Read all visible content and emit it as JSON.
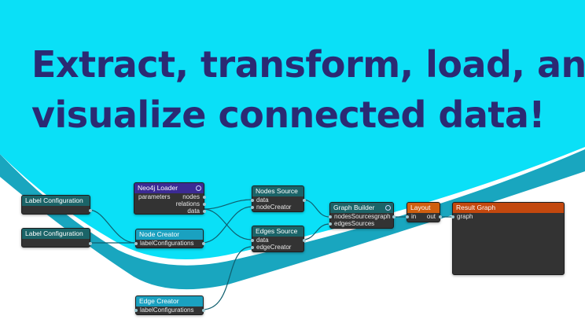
{
  "headline": {
    "line1": "Extract, transform, load, and",
    "line2": "visualize connected data!"
  },
  "colors": {
    "background_cyan": "#0ae0f7",
    "wave_teal": "#19a6bf",
    "headline": "#2b2a73",
    "edge": "#0f5e6e"
  },
  "nodes": {
    "label_config_1": {
      "title": "Label Configuration"
    },
    "label_config_2": {
      "title": "Label Configuration"
    },
    "neo4j_loader": {
      "title": "Neo4j Loader",
      "input": "parameters",
      "outputs": [
        "nodes",
        "relations",
        "data"
      ]
    },
    "node_creator": {
      "title": "Node Creator",
      "input": "labelConfigurations"
    },
    "edge_creator": {
      "title": "Edge Creator",
      "input": "labelConfigurations"
    },
    "nodes_source": {
      "title": "Nodes Source",
      "inputs": [
        "data",
        "nodeCreator"
      ]
    },
    "edges_source": {
      "title": "Edges Source",
      "inputs": [
        "data",
        "edgeCreator"
      ]
    },
    "graph_builder": {
      "title": "Graph Builder",
      "inputs": [
        "nodesSources",
        "edgesSources"
      ],
      "output": "graph"
    },
    "layout": {
      "title": "Layout",
      "input": "in",
      "output": "out"
    },
    "result_graph": {
      "title": "Result Graph",
      "input": "graph"
    }
  }
}
